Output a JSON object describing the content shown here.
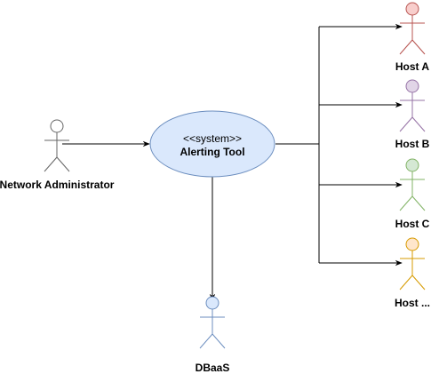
{
  "usecase": {
    "stereotype": "<<system>>",
    "name": "Alerting Tool",
    "fill": "#dae8fc",
    "stroke": "#6c8ebf"
  },
  "actors": [
    {
      "id": "network-administrator",
      "label": "Network Administrator",
      "fill": "#ffffff",
      "stroke": "#666666"
    },
    {
      "id": "host-a",
      "label": "Host A",
      "fill": "#f8cecc",
      "stroke": "#b85450"
    },
    {
      "id": "host-b",
      "label": "Host B",
      "fill": "#e1d5e7",
      "stroke": "#9673a6"
    },
    {
      "id": "host-c",
      "label": "Host C",
      "fill": "#d5e8d4",
      "stroke": "#82b366"
    },
    {
      "id": "host-n",
      "label": "Host ...",
      "fill": "#ffe6cc",
      "stroke": "#d79b00"
    },
    {
      "id": "dbaas",
      "label": "DBaaS",
      "fill": "#dae8fc",
      "stroke": "#6c8ebf"
    }
  ],
  "edge_color": "#000000"
}
